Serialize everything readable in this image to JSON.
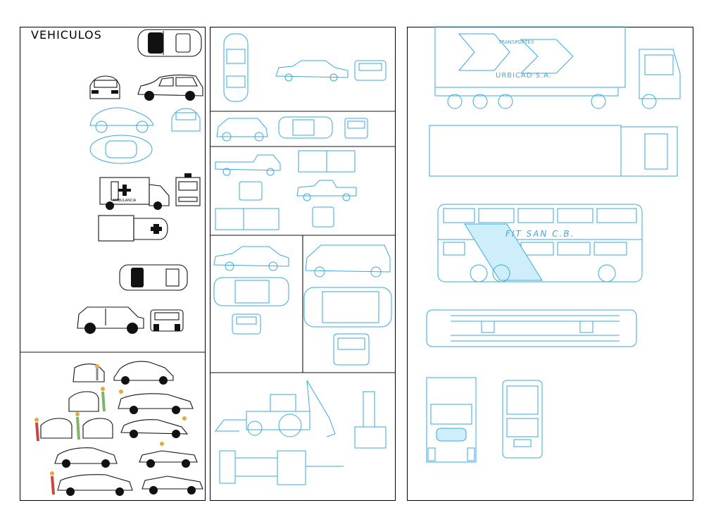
{
  "sheet": {
    "title": "VEHICULOS"
  },
  "truck": {
    "brand_small": "TRANSPORTES",
    "brand_main": "URBICAD S.A."
  },
  "bus": {
    "livery": "FIT SAN C.B."
  },
  "ambulance": {
    "label": "AMBULANCIA"
  },
  "colors": {
    "line_black": "#111111",
    "line_blue": "#3aa9e0",
    "fill_blue": "#cfeefc"
  }
}
